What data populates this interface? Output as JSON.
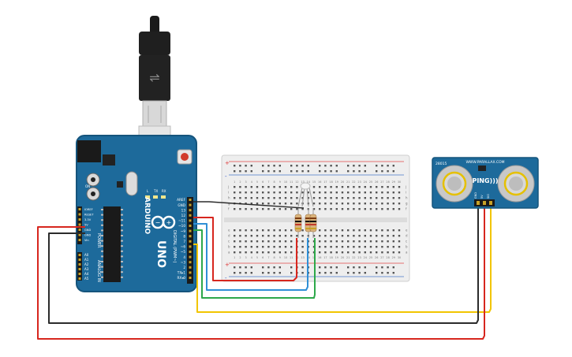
{
  "arduino": {
    "brand": "ARDUINO",
    "model": "UNO",
    "power_header": "POWER",
    "analog_header": "ANALOG IN",
    "digital_header": "DIGITAL (PWM~)",
    "power_pins": [
      "IOREF",
      "RESET",
      "3.3V",
      "5V",
      "GND",
      "GND",
      "Vin"
    ],
    "analog_pins": [
      "A0",
      "A1",
      "A2",
      "A3",
      "A4",
      "A5"
    ],
    "digital_pins": [
      "AREF",
      "GND",
      "13",
      "12",
      "~11",
      "~10",
      "~9",
      "8",
      "7",
      "~6",
      "~5",
      "4",
      "~3",
      "2",
      "TX▸1",
      "RX◂0"
    ],
    "led_labels": [
      "L",
      "TX",
      "RX"
    ],
    "on_label": "ON"
  },
  "breadboard": {
    "column_numbers": [
      "1",
      "2",
      "3",
      "4",
      "5",
      "6",
      "7",
      "8",
      "9",
      "10",
      "11",
      "12",
      "13",
      "14",
      "15",
      "16",
      "17",
      "18",
      "19",
      "20",
      "21",
      "22",
      "23",
      "24",
      "25",
      "26",
      "27",
      "28",
      "29",
      "30"
    ],
    "row_letters_top": [
      "j",
      "i",
      "h",
      "g",
      "f"
    ],
    "row_letters_bottom": [
      "e",
      "d",
      "c",
      "b",
      "a"
    ],
    "rail_plus": "+",
    "rail_minus": "-"
  },
  "sensor": {
    "name": "PING)))",
    "website": "WWW.PARALLAX.COM",
    "pin_labels": [
      "GND",
      "5V",
      "SIG"
    ],
    "part_number": "28015"
  },
  "colors": {
    "board": "#1d6a9b",
    "wire_red": "#d7261e",
    "wire_black": "#2b2b2b",
    "wire_blue": "#2f8fd6",
    "wire_green": "#2da84a",
    "wire_yellow": "#f2c500"
  }
}
